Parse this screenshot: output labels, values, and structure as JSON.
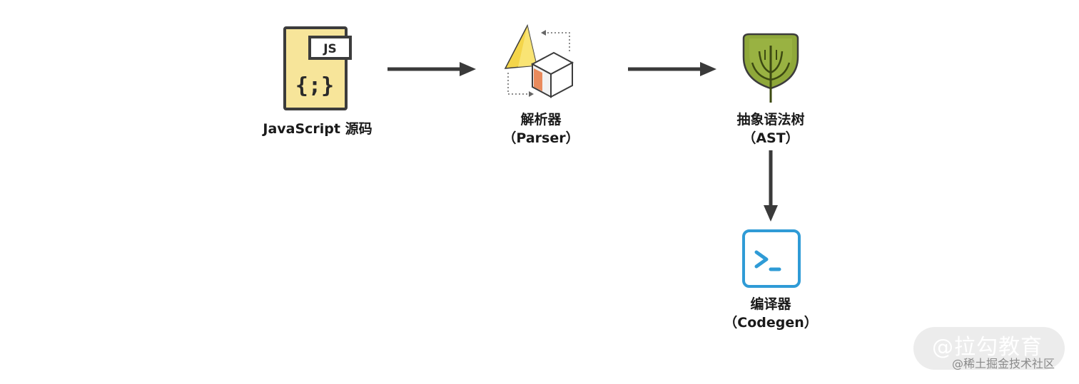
{
  "nodes": {
    "source": {
      "badge": "JS",
      "glyph": "{;}",
      "label_line1": "JavaScript 源码"
    },
    "parser": {
      "label_line1": "解析器",
      "label_line2": "（Parser）"
    },
    "ast": {
      "label_line1": "抽象语法树",
      "label_line2": "（AST）"
    },
    "codegen": {
      "prompt": ">_",
      "label_line1": "编译器",
      "label_line2": "（Codegen）"
    }
  },
  "watermark": {
    "brand": "@拉勾教育",
    "site": "@稀土掘金技术社区"
  },
  "colors": {
    "file_fill": "#f7e59a",
    "file_stroke": "#3c3c3c",
    "tree_green": "#8fa83a",
    "tree_dark": "#3d4a12",
    "terminal_blue": "#2f9bd6",
    "arrow": "#3a3a3a",
    "cone_yellow": "#f4d54a",
    "cube_orange": "#e98a5c"
  }
}
